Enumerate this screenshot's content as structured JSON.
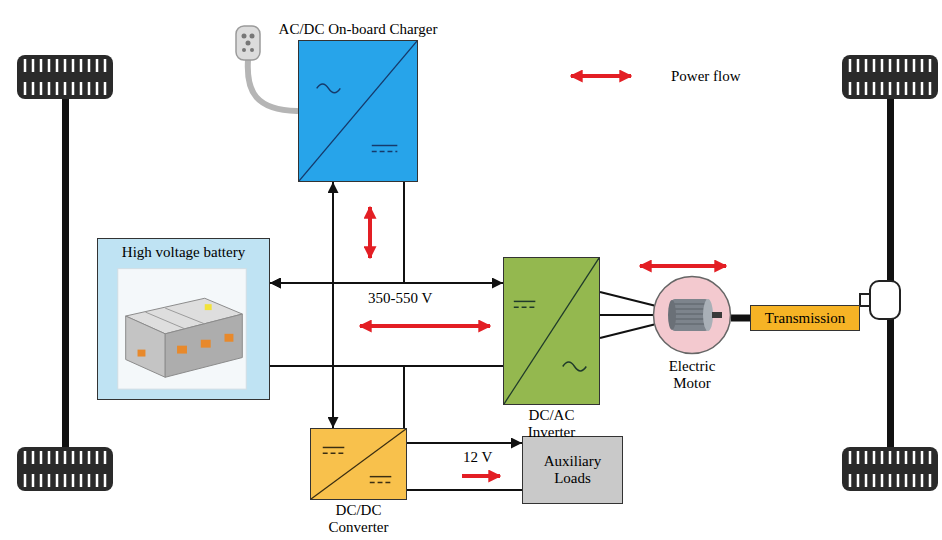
{
  "diagram": {
    "nodes": [
      {
        "text": [
          "AC/DC On-board Charger"
        ]
      },
      {
        "text": [
          "High voltage battery"
        ]
      },
      {
        "text": [
          "DC/AC Inverter"
        ]
      },
      {
        "text": [
          "Electric Motor"
        ]
      },
      {
        "text": [
          "Transmission"
        ]
      },
      {
        "text": [
          "DC/DC Converter"
        ]
      },
      {
        "text": [
          "Auxiliary Loads"
        ]
      }
    ],
    "edges": [
      {
        "from": 0,
        "to": 1,
        "arrow": "both"
      },
      {
        "from": 0,
        "to": 1,
        "arrow": "none"
      },
      {
        "from": 1,
        "to": 2,
        "arrow": "both"
      },
      {
        "from": 1,
        "to": 2,
        "arrow": "none"
      },
      {
        "from": 1,
        "to": 5,
        "arrow": "to"
      },
      {
        "from": 1,
        "to": 5,
        "arrow": "none"
      },
      {
        "from": 2,
        "to": 3,
        "arrow": "none"
      },
      {
        "from": 2,
        "to": 3,
        "arrow": "none"
      },
      {
        "from": 2,
        "to": 3,
        "arrow": "none"
      },
      {
        "from": 3,
        "to": 4,
        "arrow": "none"
      },
      {
        "from": 5,
        "to": 6,
        "arrow": "to"
      },
      {
        "from": 5,
        "to": 6,
        "arrow": "none"
      }
    ],
    "labels": [
      "350-550 V",
      "12 V"
    ],
    "legend": [
      {
        "text": "Power flow"
      }
    ]
  }
}
